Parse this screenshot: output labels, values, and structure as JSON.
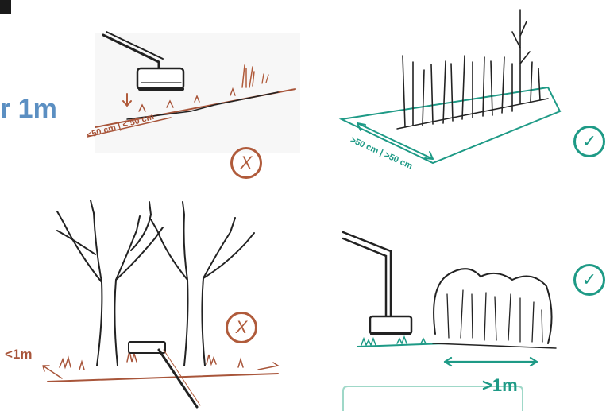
{
  "title_fragment": "r 1m",
  "panels": {
    "top_left": {
      "measure": "<50 cm | < 50 cm",
      "verdict": "x-mark"
    },
    "top_right": {
      "measure": ">50 cm | >50 cm",
      "verdict": "check-mark"
    },
    "bottom_left": {
      "measure": "<1m",
      "verdict": "x-mark"
    },
    "bottom_right": {
      "measure": ">1m",
      "verdict": "check-mark"
    }
  },
  "marks": {
    "x": "X",
    "check": "✓"
  },
  "colors": {
    "bad": "#b05b3b",
    "good": "#1e9a86",
    "ink": "#222222",
    "title": "#5b8fc2"
  }
}
